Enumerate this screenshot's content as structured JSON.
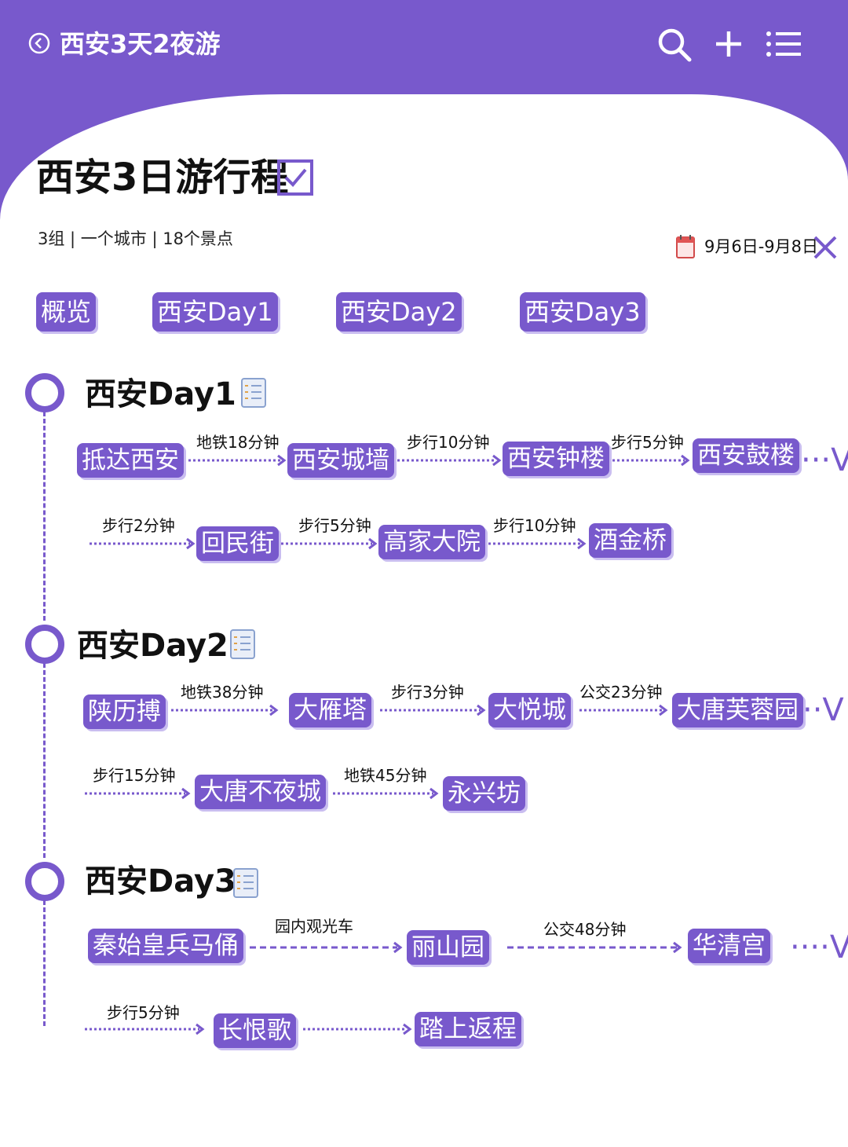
{
  "header": {
    "title": "西安3天2夜游"
  },
  "page": {
    "title": "西安3日游行程",
    "stats": "3组 | 一个城市 | 18个景点",
    "date_range": "9月6日-9月8日"
  },
  "tabs": [
    "概览",
    "西安Day1",
    "西安Day2",
    "西安Day3"
  ],
  "days": [
    {
      "title": "西安Day1",
      "places": [
        "抵达西安",
        "西安城墙",
        "西安钟楼",
        "西安鼓楼",
        "回民街",
        "高家大院",
        "酒金桥"
      ],
      "transits": [
        "地铁18分钟",
        "步行10分钟",
        "步行5分钟",
        "步行2分钟",
        "步行5分钟",
        "步行10分钟"
      ]
    },
    {
      "title": "西安Day2",
      "places": [
        "陕历搏",
        "大雁塔",
        "大悦城",
        "大唐芙蓉园",
        "大唐不夜城",
        "永兴坊"
      ],
      "transits": [
        "地铁38分钟",
        "步行3分钟",
        "公交23分钟",
        "步行15分钟",
        "地铁45分钟"
      ]
    },
    {
      "title": "西安Day3",
      "places": [
        "秦始皇兵马俑",
        "丽山园",
        "华清宫",
        "长恨歌",
        "踏上返程"
      ],
      "transits": [
        "园内观光车",
        "公交48分钟",
        "步行5分钟"
      ]
    }
  ],
  "colors": {
    "accent": "#7859cc",
    "accent_shadow": "#c9bdf0"
  }
}
